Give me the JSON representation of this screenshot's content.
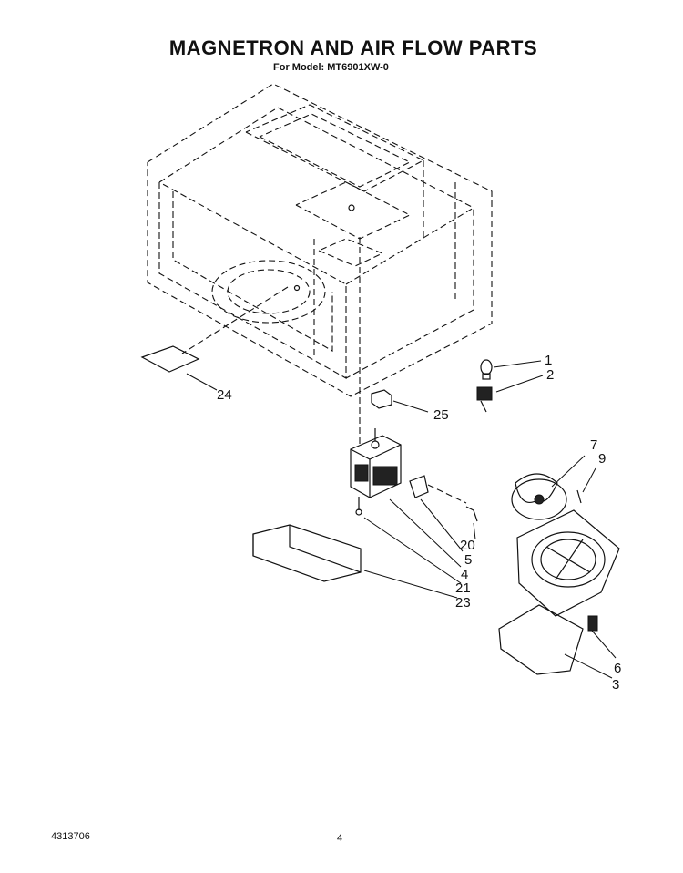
{
  "header": {
    "title": "MAGNETRON AND AIR FLOW PARTS",
    "subtitle": "For Model: MT6901XW-0"
  },
  "footer": {
    "doc_number": "4313706",
    "page_number": "4"
  },
  "callouts": {
    "c1": "1",
    "c2": "2",
    "c3": "3",
    "c4": "4",
    "c5": "5",
    "c6": "6",
    "c7": "7",
    "c9": "9",
    "c20": "20",
    "c21": "21",
    "c23": "23",
    "c24": "24",
    "c25": "25"
  }
}
